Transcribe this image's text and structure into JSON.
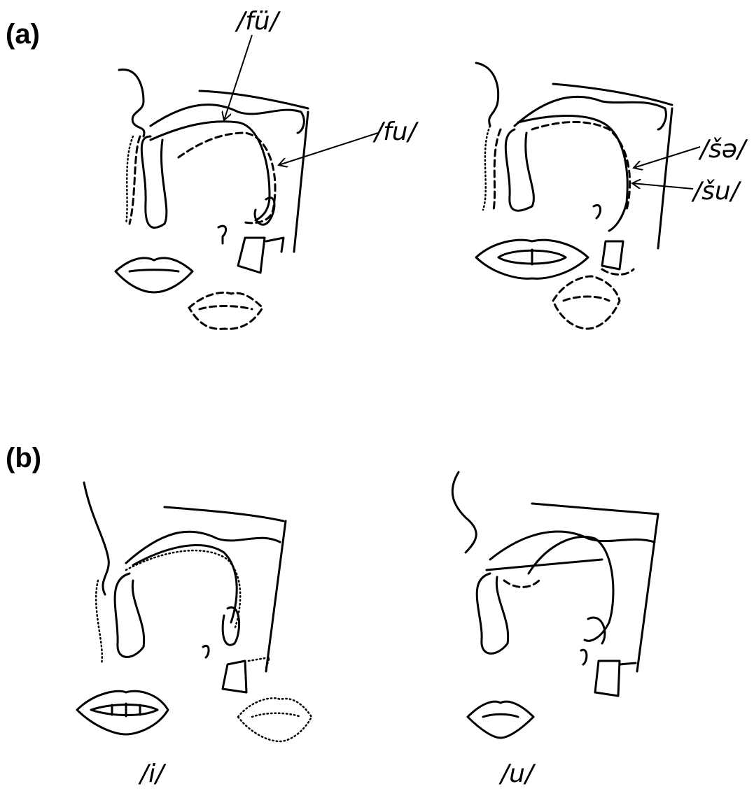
{
  "panels": {
    "a": {
      "label": "(a)",
      "left_labels": [
        "/fü/",
        "/fu/"
      ],
      "right_labels": [
        "/šə/",
        "/šu/"
      ]
    },
    "b": {
      "label": "(b)",
      "left_caption": "/i/",
      "right_caption": "/u/"
    }
  }
}
